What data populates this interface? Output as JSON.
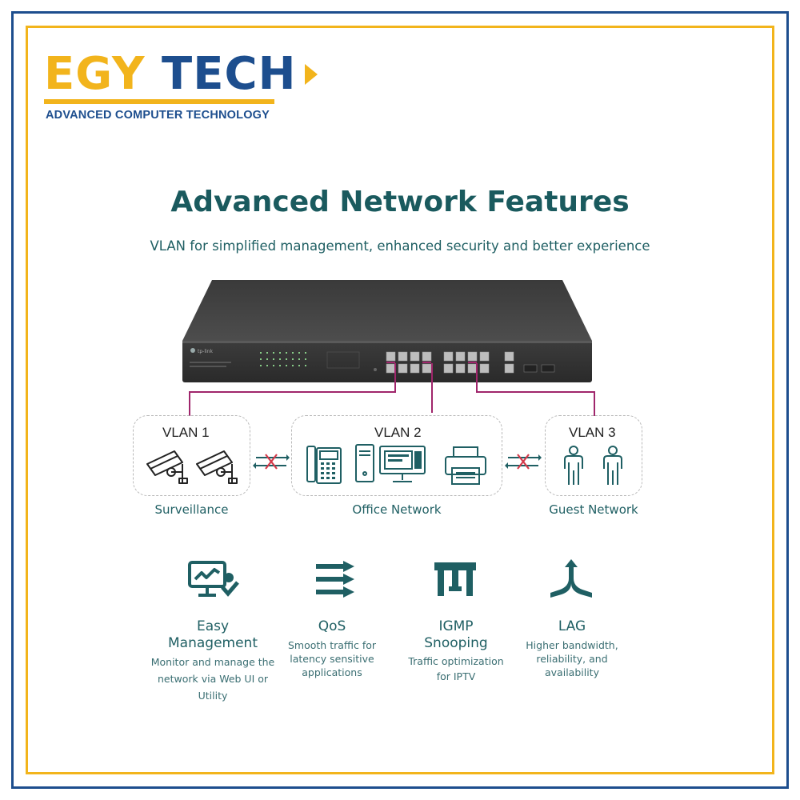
{
  "brand": {
    "name_part1": "EGY",
    "name_part2": "TECH",
    "tagline": "ADVANCED COMPUTER TECHNOLOGY",
    "colors": {
      "yellow": "#f2b41c",
      "blue": "#1d4e8e"
    }
  },
  "headline": {
    "title": "Advanced Network Features",
    "subtitle": "VLAN for simplified management, enhanced security and better experience"
  },
  "device": {
    "brand_mark": "tp-link"
  },
  "vlans": [
    {
      "label": "VLAN 1",
      "group": "Surveillance",
      "icons": [
        "security-camera-icon",
        "security-camera-icon"
      ]
    },
    {
      "label": "VLAN 2",
      "group": "Office Network",
      "icons": [
        "ip-phone-icon",
        "desktop-computer-icon",
        "printer-icon"
      ]
    },
    {
      "label": "VLAN 3",
      "group": "Guest Network",
      "icons": [
        "person-icon",
        "person-icon"
      ]
    }
  ],
  "features": [
    {
      "icon": "monitor-management-icon",
      "title_line1": "Easy",
      "title_line2": "Management",
      "desc_line1": "Monitor and manage the",
      "desc_line2": "network via Web UI or",
      "desc_line3": "Utility"
    },
    {
      "icon": "qos-arrows-icon",
      "title_line1": "QoS",
      "title_line2": "",
      "desc_line1": "Smooth traffic for",
      "desc_line2": "latency sensitive",
      "desc_line3": "applications"
    },
    {
      "icon": "igmp-snooping-icon",
      "title_line1": "IGMP",
      "title_line2": "Snooping",
      "desc_line1": "Traffic optimization",
      "desc_line2": "for IPTV",
      "desc_line3": ""
    },
    {
      "icon": "lag-icon",
      "title_line1": "LAG",
      "title_line2": "",
      "desc_line1": "Higher bandwidth,",
      "desc_line2": "reliability, and",
      "desc_line3": "availability"
    }
  ],
  "colors": {
    "teal": "#1f5f63",
    "vlan_link": "#a0266c",
    "blocked_x": "#d43a4a"
  }
}
